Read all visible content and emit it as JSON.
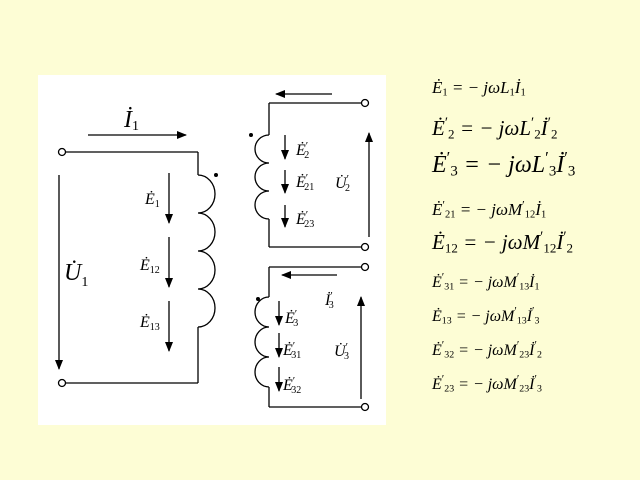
{
  "diagram": {
    "labels": {
      "I1": {
        "sym": "İ",
        "sub": "1",
        "prime": ""
      },
      "U1": {
        "sym": "U̇",
        "sub": "1",
        "prime": ""
      },
      "E1": {
        "sym": "Ė",
        "sub": "1",
        "prime": ""
      },
      "E12": {
        "sym": "Ė",
        "sub": "12",
        "prime": ""
      },
      "E13": {
        "sym": "Ė",
        "sub": "13",
        "prime": ""
      },
      "E2p": {
        "sym": "Ė",
        "sub": "2",
        "prime": "′"
      },
      "E21p": {
        "sym": "Ė",
        "sub": "21",
        "prime": "′"
      },
      "E23p": {
        "sym": "Ė",
        "sub": "23",
        "prime": "′"
      },
      "U2p": {
        "sym": "U̇",
        "sub": "2",
        "prime": "′"
      },
      "I3p": {
        "sym": "İ",
        "sub": "3",
        "prime": "′"
      },
      "E3p": {
        "sym": "Ė",
        "sub": "3",
        "prime": "′"
      },
      "E31p": {
        "sym": "Ė",
        "sub": "31",
        "prime": "′"
      },
      "E32p": {
        "sym": "Ė",
        "sub": "32",
        "prime": "′"
      },
      "U3p": {
        "sym": "U̇",
        "sub": "3",
        "prime": "′"
      }
    }
  },
  "equations": [
    {
      "lhs": "Ė",
      "lhs_sub": "1",
      "lhs_prime": "",
      "rhs": "= − jωL",
      "coef_sub": "1",
      "coef_prime": "",
      "cur": "İ",
      "cur_sub": "1",
      "cur_prime": ""
    },
    {
      "lhs": "Ė",
      "lhs_sub": "2",
      "lhs_prime": "′",
      "rhs": "= − jωL",
      "coef_sub": "2",
      "coef_prime": "′",
      "cur": "İ",
      "cur_sub": "2",
      "cur_prime": "′"
    },
    {
      "lhs": "Ė",
      "lhs_sub": "3",
      "lhs_prime": "′",
      "rhs": "= − jωL",
      "coef_sub": "3",
      "coef_prime": "′",
      "cur": "İ",
      "cur_sub": "3",
      "cur_prime": "′"
    },
    {
      "lhs": "Ė",
      "lhs_sub": "21",
      "lhs_prime": "′",
      "rhs": "= − jωM",
      "coef_sub": "12",
      "coef_prime": "′",
      "cur": "İ",
      "cur_sub": "1",
      "cur_prime": ""
    },
    {
      "lhs": "Ė",
      "lhs_sub": "12",
      "lhs_prime": "",
      "rhs": "= − jωM",
      "coef_sub": "12",
      "coef_prime": "′",
      "cur": "İ",
      "cur_sub": "2",
      "cur_prime": "′"
    },
    {
      "lhs": "Ė",
      "lhs_sub": "31",
      "lhs_prime": "′",
      "rhs": "= − jωM",
      "coef_sub": "13",
      "coef_prime": "′",
      "cur": "İ",
      "cur_sub": "1",
      "cur_prime": ""
    },
    {
      "lhs": "Ė",
      "lhs_sub": "13",
      "lhs_prime": "",
      "rhs": "= − jωM",
      "coef_sub": "13",
      "coef_prime": "′",
      "cur": "İ",
      "cur_sub": "3",
      "cur_prime": "′"
    },
    {
      "lhs": "Ė",
      "lhs_sub": "32",
      "lhs_prime": "′",
      "rhs": "= − jωM",
      "coef_sub": "23",
      "coef_prime": "′",
      "cur": "İ",
      "cur_sub": "2",
      "cur_prime": "′"
    },
    {
      "lhs": "Ė",
      "lhs_sub": "23",
      "lhs_prime": "′",
      "rhs": "= − jωM",
      "coef_sub": "23",
      "coef_prime": "′",
      "cur": "İ",
      "cur_sub": "3",
      "cur_prime": "′"
    }
  ]
}
